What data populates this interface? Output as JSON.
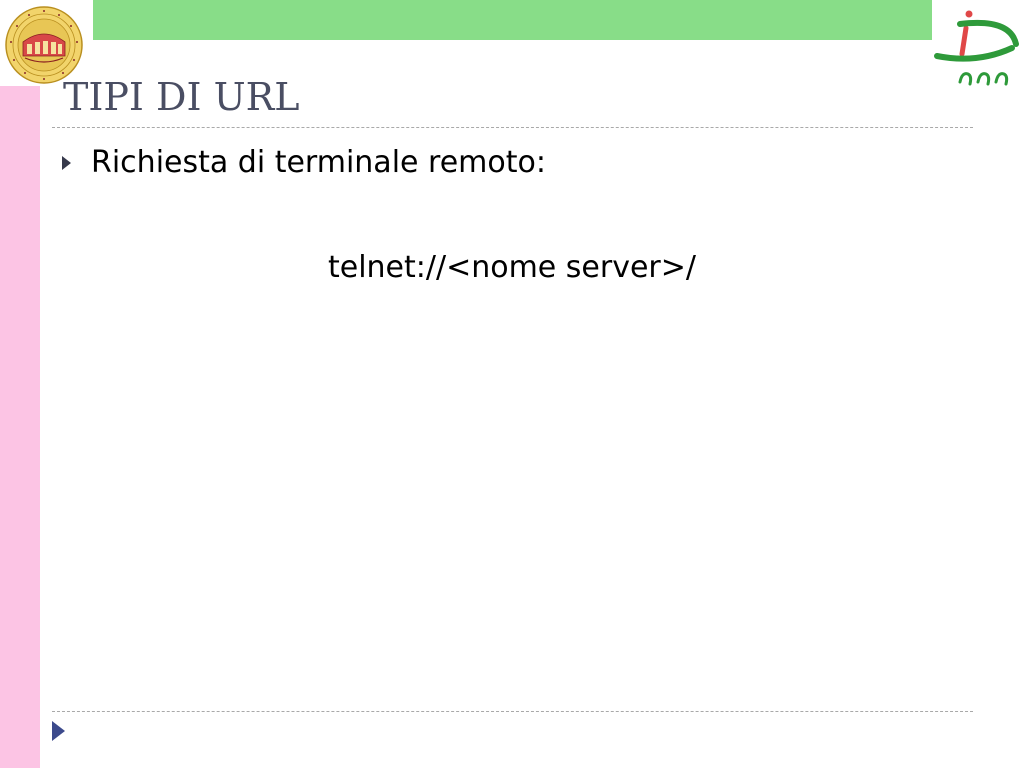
{
  "slide": {
    "title": "TIPI DI URL",
    "bullet": "Richiesta di terminale remoto:",
    "url_example": "telnet://<nome server>/",
    "colors": {
      "top_bar": "#88dd88",
      "side_band": "#fcc4e4",
      "title_text": "#4a4e63",
      "bullet_marker": "#36394b",
      "nav_arrow": "#3c4a8c",
      "logo_green": "#2e9a3a",
      "logo_red": "#e04848"
    },
    "icons": {
      "university_seal": "university-seal-icon",
      "corner_logo": "department-logo-icon",
      "nav_arrow": "next-slide-arrow-icon"
    }
  }
}
